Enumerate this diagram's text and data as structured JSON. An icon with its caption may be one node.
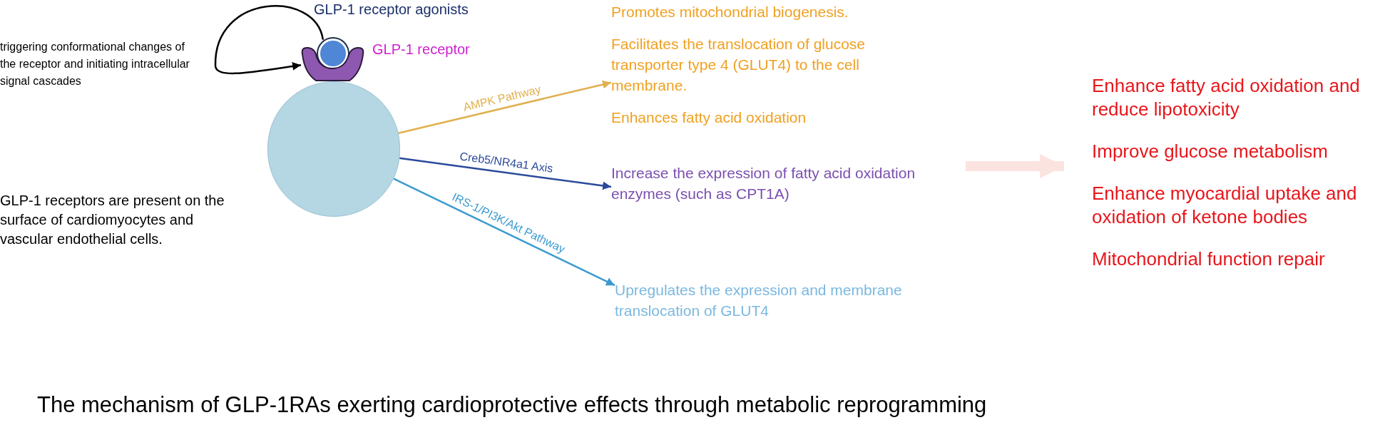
{
  "diagram": {
    "caption": "The mechanism of GLP-1RAs exerting cardioprotective effects through metabolic reprogramming",
    "nodes": [
      {
        "text": [],
        "shape": "circle",
        "beside": [
          "GLP-1 receptor agonists"
        ]
      },
      {
        "text": [],
        "shape": "cup",
        "beside": [
          "GLP-1 receptor"
        ]
      },
      {
        "text": [],
        "shape": "circle"
      },
      {
        "text": [
          "Promotes mitochondrial biogenesis.",
          "Facilitates the translocation of glucose transporter type 4 (GLUT4) to the cell membrane.",
          "Enhances fatty acid oxidation"
        ]
      },
      {
        "text": [
          "Increase the expression of fatty acid oxidation enzymes (such as CPT1A)"
        ]
      },
      {
        "text": [
          "Upregulates the expression and membrane translocation of GLUT4"
        ]
      },
      {
        "text": [
          "Enhance fatty acid oxidation and reduce lipotoxicity",
          "Improve glucose metabolism",
          "Enhance myocardial uptake and oxidation of ketone bodies",
          "Mitochondrial function repair"
        ]
      }
    ],
    "edges": [
      {
        "from": 0,
        "to": 1,
        "arrow": "to",
        "color": "#000000"
      },
      {
        "from": 2,
        "to": 3,
        "arrow": "to",
        "label": "AMPK Pathway",
        "color": "#e0b050"
      },
      {
        "from": 2,
        "to": 4,
        "arrow": "to",
        "label": "Creb5/NR4a1 Axis",
        "color": "#2a4a9a"
      },
      {
        "from": 2,
        "to": 5,
        "arrow": "to",
        "label": "IRS-1/PI3K/Akt Pathway",
        "color": "#3a9ad0"
      },
      {
        "from": null,
        "to": 6,
        "arrow": "to",
        "style": "thick",
        "color": "#fbe3df"
      }
    ],
    "labels": [
      "triggering conformational changes of the receptor and initiating intracellular signal cascades",
      "GLP-1 receptors are present on the surface of cardiomyocytes and vascular endothelial cells."
    ]
  }
}
